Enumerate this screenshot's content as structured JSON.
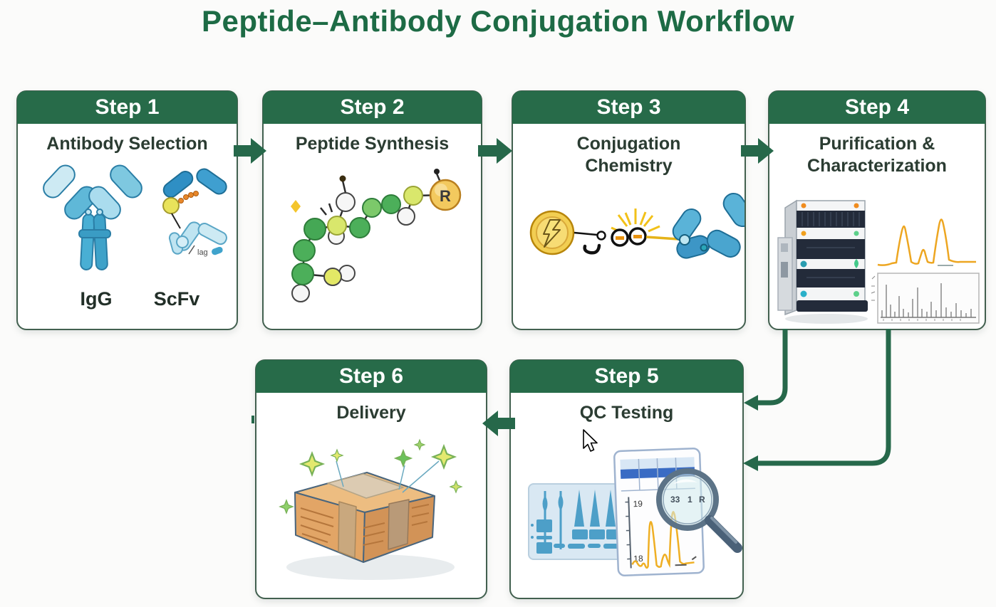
{
  "title": "Peptide–Antibody Conjugation Workflow",
  "steps": [
    {
      "header": "Step 1",
      "label": "Antibody Selection",
      "variant_left": "IgG",
      "variant_right": "ScFv",
      "tag_text": "lag",
      "illustration": "igg-and-scfv-antibody-cartoons"
    },
    {
      "header": "Step 2",
      "label": "Peptide Synthesis",
      "reactive_group": "R",
      "illustration": "peptide-bead-chain-with-r-group"
    },
    {
      "header": "Step 3",
      "label": "Conjugation Chemistry",
      "illustration": "activated-coin-linker-spark-and-antibody-capsules"
    },
    {
      "header": "Step 4",
      "label": "Purification & Characterization",
      "illustration": "hplc-instrument-stack-with-chromatogram-and-mass-spectrum"
    },
    {
      "header": "Step 5",
      "label": "QC Testing",
      "report": {
        "y_top": "19",
        "y_bottom": "18",
        "magnified_row": [
          "33",
          "1",
          "R"
        ]
      },
      "illustration": "gel-lanes-analysis-report-and-magnifier"
    },
    {
      "header": "Step 6",
      "label": "Delivery",
      "illustration": "cardboard-box-with-sparkle-stars"
    }
  ],
  "flow": {
    "sequence": [
      "Step 1 → Step 2",
      "Step 2 → Step 3",
      "Step 3 → Step 4",
      "Step 4 → Step 5 (two elbow connectors)",
      "Step 5 → Step 6"
    ]
  },
  "colors": {
    "header_green": "#276b49",
    "title_green": "#1d6b45",
    "arrow_green": "#26684a",
    "card_border": "#42604f",
    "background": "#fbfbfa"
  },
  "cursor": "arrow-pointer-over-step5"
}
